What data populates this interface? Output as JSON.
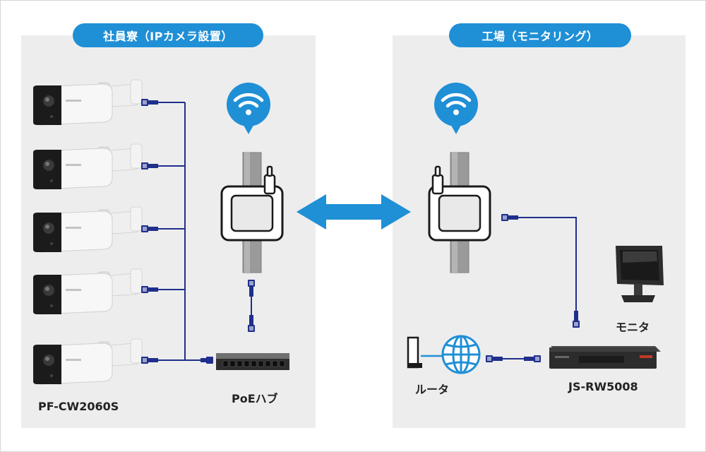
{
  "left_section": {
    "title": "社員寮（IPカメラ設置）"
  },
  "right_section": {
    "title": "工場（モニタリング）"
  },
  "labels": {
    "camera_model": "PF-CW2060S",
    "poe_hub": "PoEハブ",
    "router": "ルータ",
    "recorder_model": "JS-RW5008",
    "monitor": "モニタ"
  },
  "colors": {
    "accent": "#1f8fd6",
    "cable": "#1f2f8c",
    "panel": "#ededed"
  },
  "icons": [
    "ip-camera-icon",
    "ethernet-connector-icon",
    "wifi-bubble-icon",
    "wireless-bridge-icon",
    "poe-hub-icon",
    "router-icon",
    "globe-icon",
    "recorder-icon",
    "monitor-icon",
    "bidirectional-arrow-icon"
  ]
}
